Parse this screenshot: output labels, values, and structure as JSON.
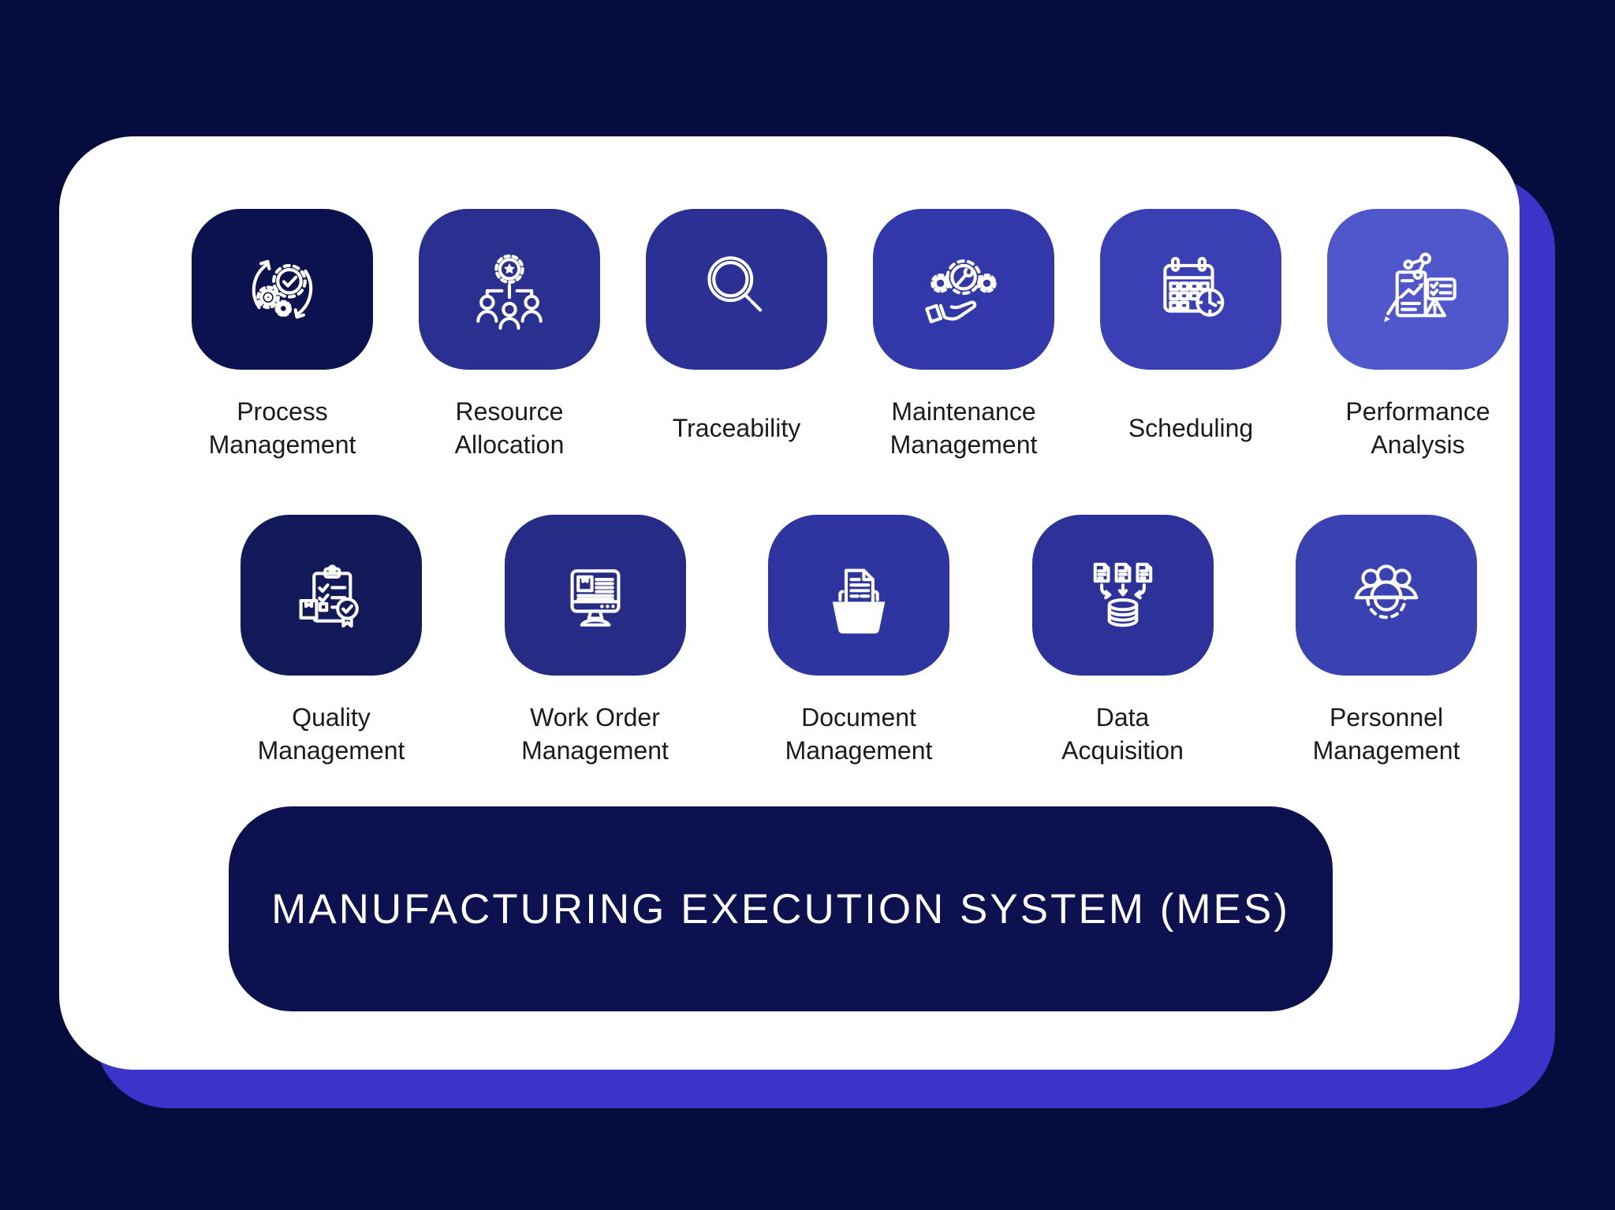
{
  "palette": {
    "background": "#070c3e",
    "card": "#ffffff",
    "shadow_card": "#3a35c8",
    "banner": "#0d1150",
    "label_text": "#1b1b1b",
    "icon_stroke": "#ffffff"
  },
  "rows": [
    {
      "tiles": [
        {
          "label": "Process\nManagement",
          "icon": "process-management-icon",
          "color": "#0c1150"
        },
        {
          "label": "Resource\nAllocation",
          "icon": "resource-allocation-icon",
          "color": "#2a308f"
        },
        {
          "label": "Traceability",
          "icon": "traceability-icon",
          "color": "#2b3194"
        },
        {
          "label": "Maintenance\nManagement",
          "icon": "maintenance-management-icon",
          "color": "#3238aa"
        },
        {
          "label": "Scheduling",
          "icon": "scheduling-icon",
          "color": "#3a40b4"
        },
        {
          "label": "Performance\nAnalysis",
          "icon": "performance-analysis-icon",
          "color": "#5056cc"
        }
      ]
    },
    {
      "tiles": [
        {
          "label": "Quality\nManagement",
          "icon": "quality-management-icon",
          "color": "#131a5a"
        },
        {
          "label": "Work Order\nManagement",
          "icon": "work-order-management-icon",
          "color": "#262c86"
        },
        {
          "label": "Document\nManagement",
          "icon": "document-management-icon",
          "color": "#2e34a0"
        },
        {
          "label": "Data\nAcquisition",
          "icon": "data-acquisition-icon",
          "color": "#2c3299"
        },
        {
          "label": "Personnel\nManagement",
          "icon": "personnel-management-icon",
          "color": "#3a41b0"
        }
      ]
    }
  ],
  "banner": {
    "title": "MANUFACTURING EXECUTION SYSTEM (MES)"
  }
}
